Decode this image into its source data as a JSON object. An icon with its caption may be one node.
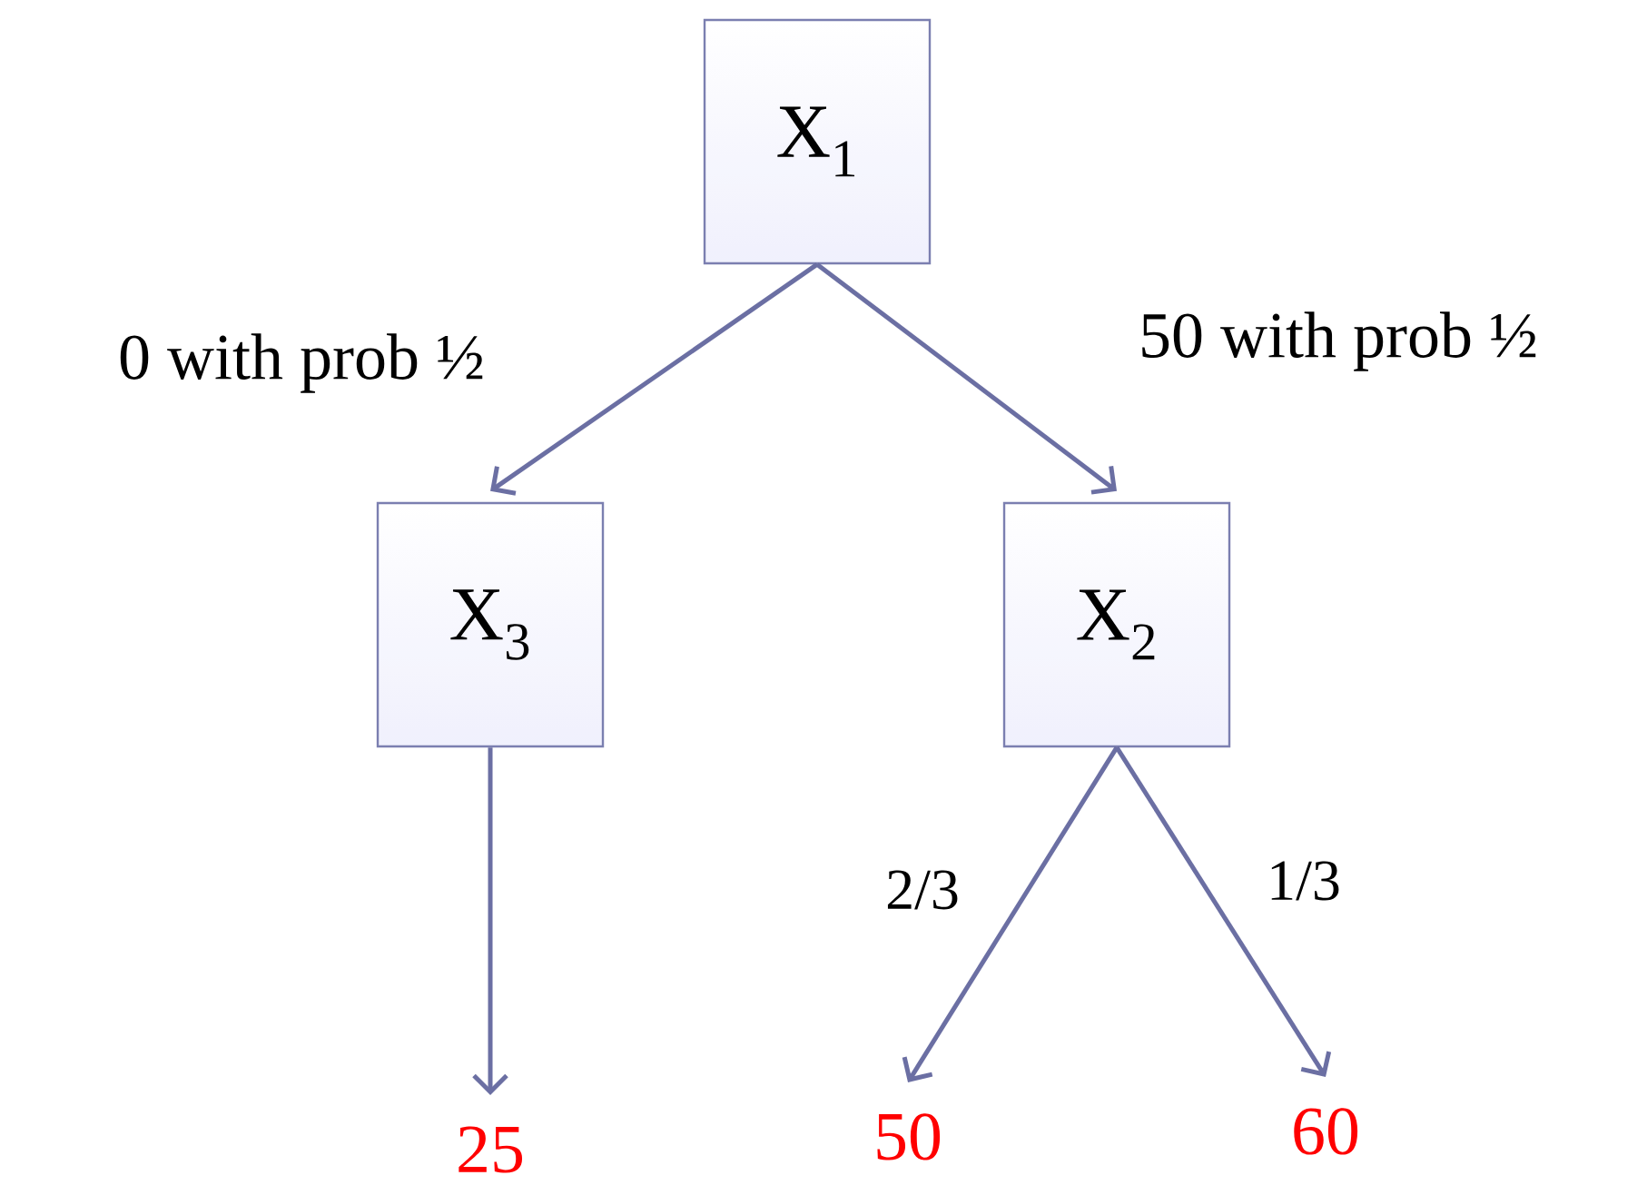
{
  "diagram": {
    "nodes": [
      {
        "text": [
          "X$_{1}$"
        ]
      },
      {
        "text": [
          "X$_{3}$"
        ]
      },
      {
        "text": [
          "X$_{2}$"
        ]
      },
      {
        "text": [
          "25"
        ]
      },
      {
        "text": [
          "50"
        ]
      },
      {
        "text": [
          "60"
        ]
      }
    ],
    "edges": [
      {
        "from": 0,
        "to": 1,
        "arrow": "to",
        "label": "0 with prob ½"
      },
      {
        "from": 0,
        "to": 2,
        "arrow": "to",
        "label": "50 with prob ½"
      },
      {
        "from": 1,
        "to": 3,
        "arrow": "to"
      },
      {
        "from": 2,
        "to": 4,
        "arrow": "to",
        "label": "2/3"
      },
      {
        "from": 2,
        "to": 5,
        "arrow": "to",
        "label": "1/3"
      }
    ]
  }
}
